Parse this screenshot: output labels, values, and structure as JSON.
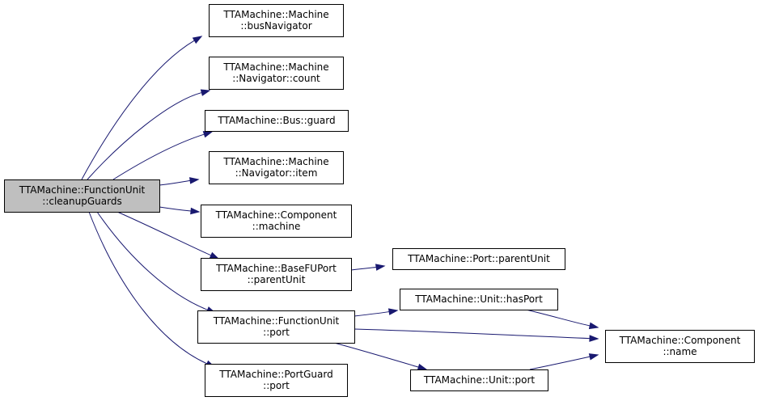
{
  "diagram": {
    "type": "call-graph",
    "nodes": [
      {
        "id": "cleanupGuards",
        "lines": [
          "TTAMachine::FunctionUnit",
          "::cleanupGuards"
        ],
        "highlighted": true
      },
      {
        "id": "busNavigator",
        "lines": [
          "TTAMachine::Machine",
          "::busNavigator"
        ]
      },
      {
        "id": "navCount",
        "lines": [
          "TTAMachine::Machine",
          "::Navigator::count"
        ]
      },
      {
        "id": "busGuard",
        "lines": [
          "TTAMachine::Bus::guard"
        ]
      },
      {
        "id": "navItem",
        "lines": [
          "TTAMachine::Machine",
          "::Navigator::item"
        ]
      },
      {
        "id": "compMachine",
        "lines": [
          "TTAMachine::Component",
          "::machine"
        ]
      },
      {
        "id": "baseFUPortParent",
        "lines": [
          "TTAMachine::BaseFUPort",
          "::parentUnit"
        ]
      },
      {
        "id": "portParentUnit",
        "lines": [
          "TTAMachine::Port::parentUnit"
        ]
      },
      {
        "id": "fuPort",
        "lines": [
          "TTAMachine::FunctionUnit",
          "::port"
        ]
      },
      {
        "id": "unitHasPort",
        "lines": [
          "TTAMachine::Unit::hasPort"
        ]
      },
      {
        "id": "compName",
        "lines": [
          "TTAMachine::Component",
          "::name"
        ]
      },
      {
        "id": "portGuardPort",
        "lines": [
          "TTAMachine::PortGuard",
          "::port"
        ]
      },
      {
        "id": "unitPort",
        "lines": [
          "TTAMachine::Unit::port"
        ]
      }
    ],
    "edges": [
      {
        "from": "cleanupGuards",
        "to": "busNavigator"
      },
      {
        "from": "cleanupGuards",
        "to": "navCount"
      },
      {
        "from": "cleanupGuards",
        "to": "busGuard"
      },
      {
        "from": "cleanupGuards",
        "to": "navItem"
      },
      {
        "from": "cleanupGuards",
        "to": "compMachine"
      },
      {
        "from": "cleanupGuards",
        "to": "baseFUPortParent"
      },
      {
        "from": "cleanupGuards",
        "to": "fuPort"
      },
      {
        "from": "cleanupGuards",
        "to": "portGuardPort"
      },
      {
        "from": "baseFUPortParent",
        "to": "portParentUnit"
      },
      {
        "from": "fuPort",
        "to": "unitHasPort"
      },
      {
        "from": "fuPort",
        "to": "compName"
      },
      {
        "from": "fuPort",
        "to": "unitPort"
      },
      {
        "from": "unitHasPort",
        "to": "compName"
      },
      {
        "from": "unitPort",
        "to": "compName"
      }
    ],
    "colors": {
      "edge": "#191970",
      "root_fill": "#bfbfbf",
      "node_fill": "#ffffff",
      "border": "#000000"
    }
  }
}
